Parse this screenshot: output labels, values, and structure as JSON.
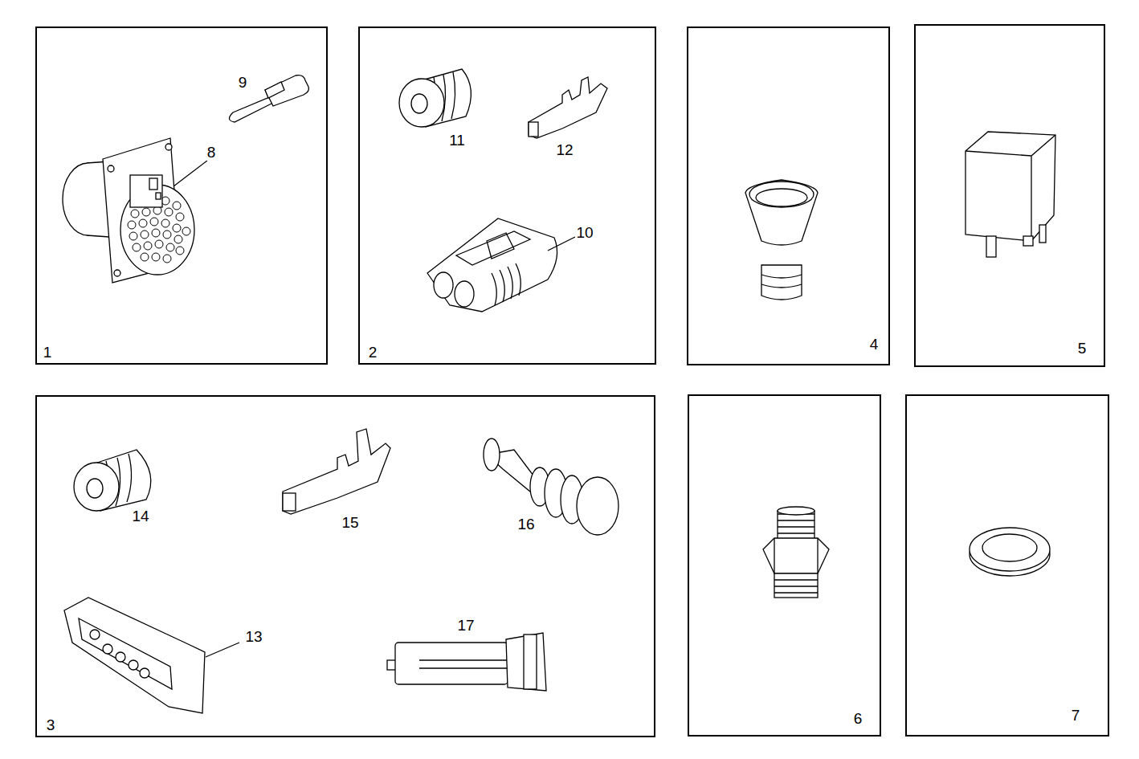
{
  "diagram": {
    "nodes": [
      {
        "text": [
          "1"
        ]
      },
      {
        "text": [
          "2"
        ]
      },
      {
        "text": [
          "4"
        ]
      },
      {
        "text": [
          "5"
        ]
      },
      {
        "text": [
          "3"
        ]
      },
      {
        "text": [
          "6"
        ]
      },
      {
        "text": [
          "7"
        ]
      }
    ],
    "labels": [
      "9",
      "8",
      "11",
      "12",
      "10",
      "14",
      "15",
      "16",
      "17",
      "13"
    ]
  }
}
